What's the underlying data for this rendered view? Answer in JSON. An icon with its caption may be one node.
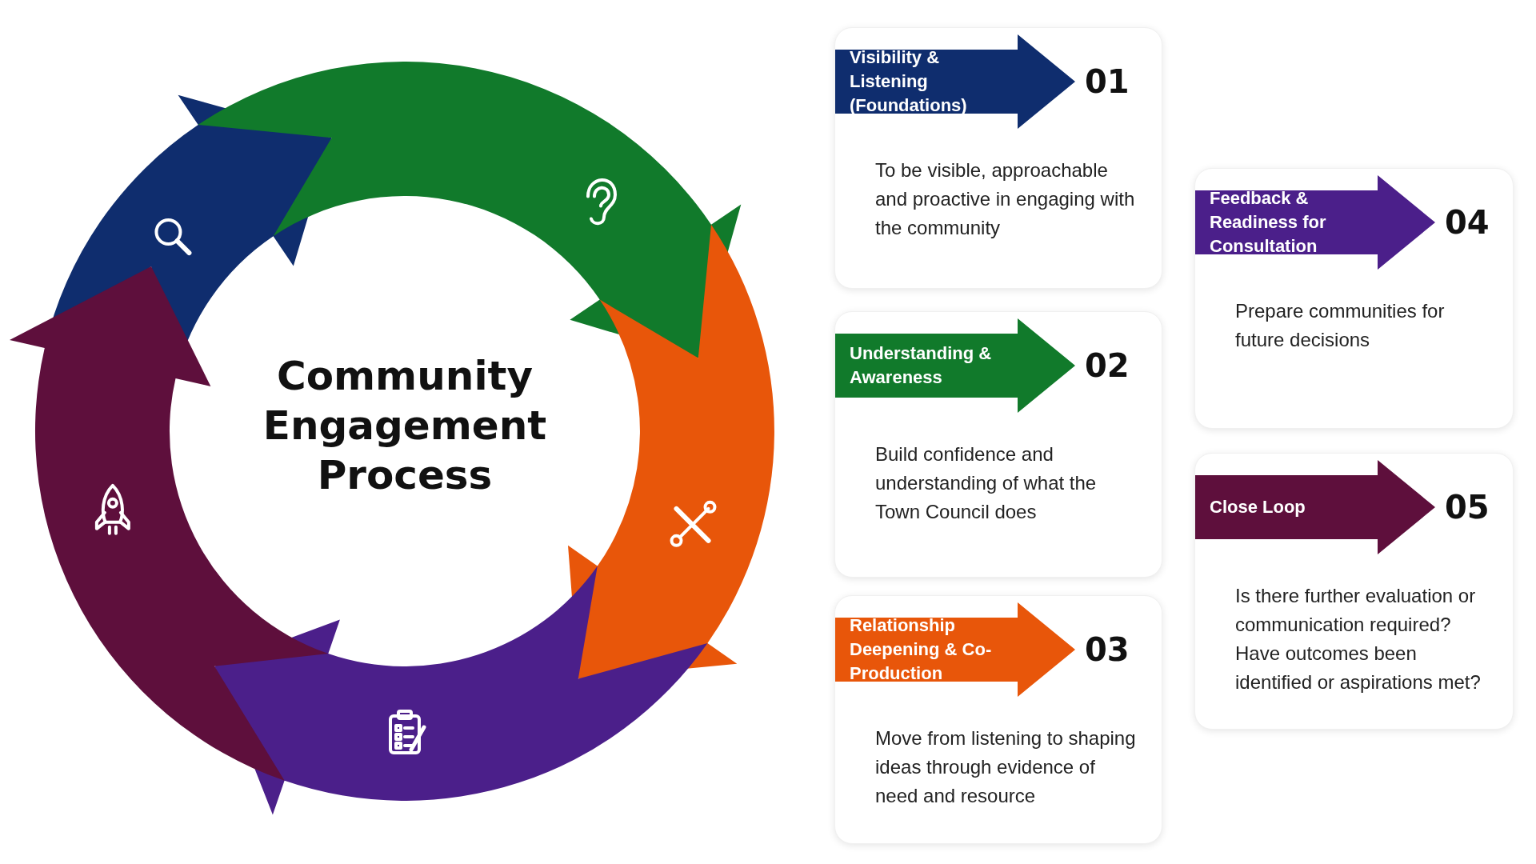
{
  "diagram": {
    "title": "Community Engagement Process",
    "nodes": [
      {
        "text": [
          "Visibility & Listening (Foundations)",
          "01",
          "To be visible, approachable and proactive in engaging with the community"
        ]
      },
      {
        "text": [
          "Understanding & Awareness",
          "02",
          "Build confidence and understanding of what the Town Council does"
        ]
      },
      {
        "text": [
          "Relationship Deepening & Co-Production",
          "03",
          "Move from listening to shaping ideas through evidence of need and resource"
        ]
      },
      {
        "text": [
          "Feedback & Readiness for Consultation",
          "04",
          "Prepare communities for future decisions"
        ]
      },
      {
        "text": [
          "Close Loop",
          "05",
          "Is there further evaluation or communication required? Have outcomes been identified or aspirations met?"
        ]
      }
    ]
  }
}
